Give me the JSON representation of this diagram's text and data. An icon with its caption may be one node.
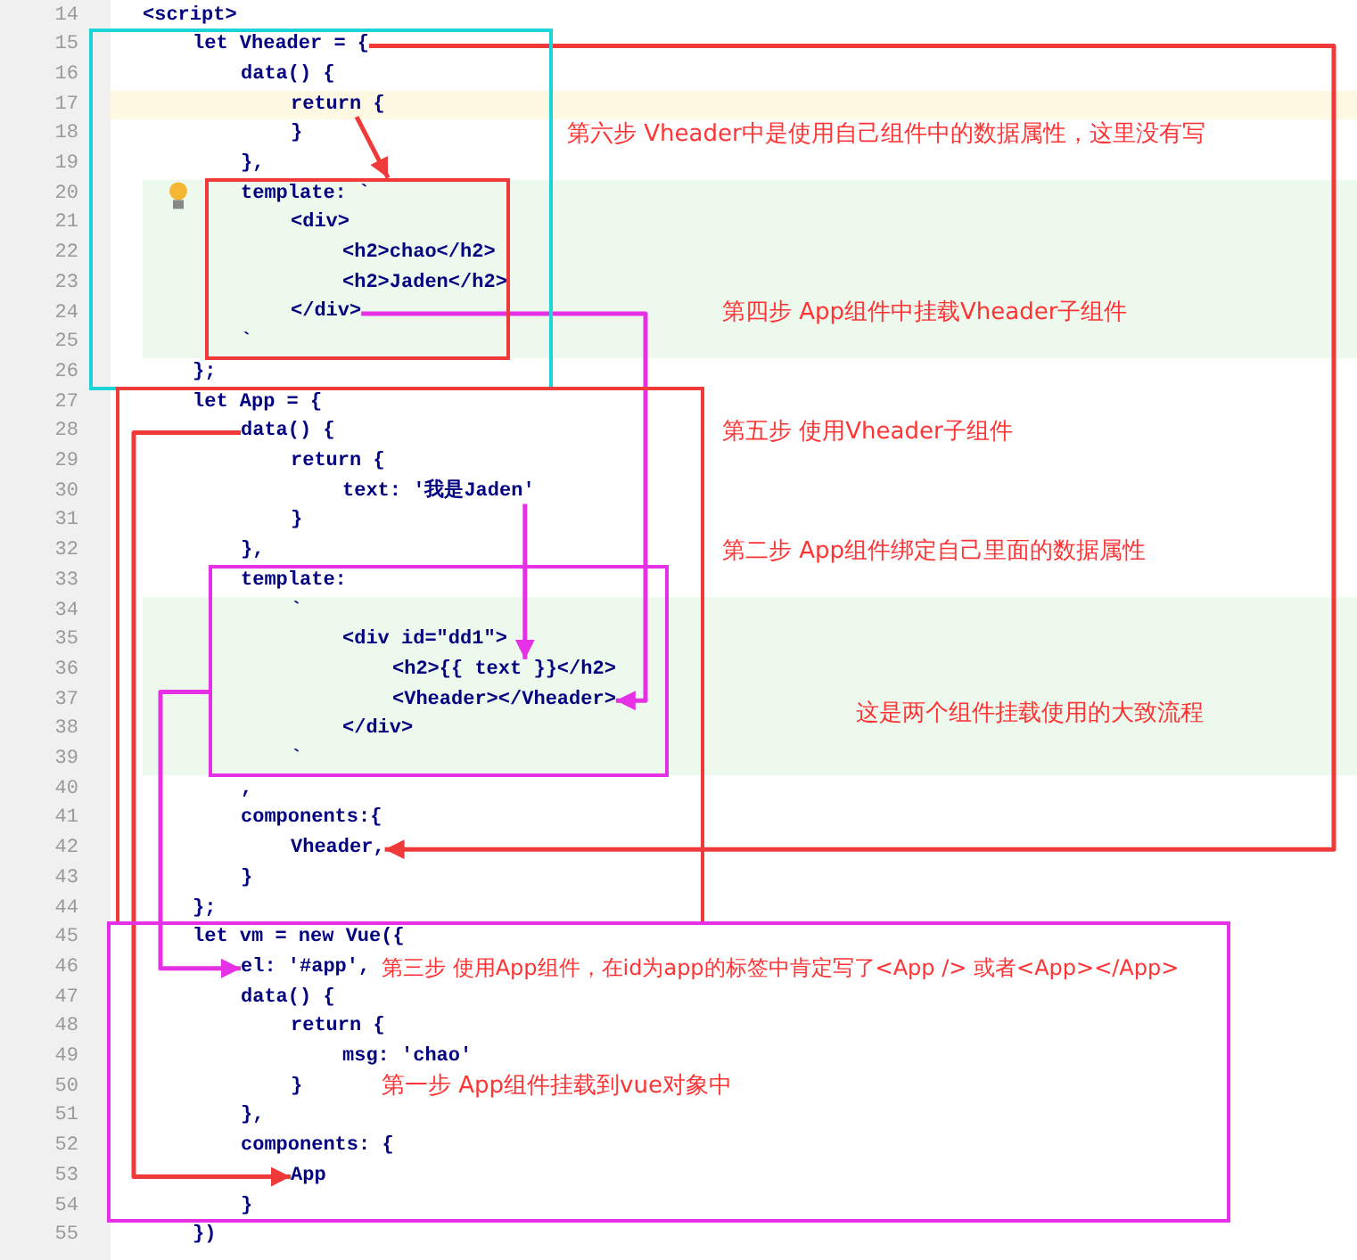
{
  "diagram": {
    "nodes": [
      {
        "text": [],
        "shape": "box"
      },
      {
        "text": [
          "let Vheader = {"
        ],
        "in": 0
      },
      {
        "text": [
          "return {"
        ],
        "in": 0
      },
      {
        "text": [],
        "shape": "box",
        "in": 0
      },
      {
        "text": [
          "</div>"
        ],
        "in": 3
      },
      {
        "text": [],
        "shape": "box"
      },
      {
        "text": [
          "data() {"
        ],
        "in": 5
      },
      {
        "text": [
          "text: '我是Jaden'"
        ],
        "in": 5
      },
      {
        "text": [],
        "shape": "box",
        "in": 5
      },
      {
        "text": [
          "<h2>{{ text }}</h2>"
        ],
        "in": 8
      },
      {
        "text": [
          "<Vheader></Vheader>"
        ],
        "in": 8
      },
      {
        "text": [
          "Vheader,"
        ],
        "in": 5
      },
      {
        "text": [],
        "shape": "box"
      },
      {
        "text": [
          "el: '#app',"
        ],
        "in": 12
      },
      {
        "text": [
          "App"
        ],
        "in": 12
      }
    ],
    "edges": [
      {
        "from": 6,
        "to": 14,
        "arrow": "to",
        "color": "#f03a3a"
      },
      {
        "from": 7,
        "to": 9,
        "arrow": "to",
        "color": "#e530e5"
      },
      {
        "from": 8,
        "to": 13,
        "arrow": "to",
        "color": "#e530e5"
      },
      {
        "from": 1,
        "to": 11,
        "arrow": "to",
        "color": "#f03a3a"
      },
      {
        "from": 4,
        "to": 10,
        "arrow": "to",
        "color": "#e530e5"
      },
      {
        "from": 2,
        "to": 3,
        "arrow": "to",
        "color": "#f03a3a"
      }
    ],
    "labels": [
      "14",
      "<script>",
      "15",
      "16",
      "data() {",
      "17",
      "18",
      "}",
      "第六步 Vheader中是使用自己组件中的数据属性，这里没有写",
      "19",
      "},",
      "20",
      "template: `",
      "21",
      "<div>",
      "22",
      "<h2>chao</h2>",
      "23",
      "<h2>Jaden</h2>",
      "24",
      "第四步 App组件中挂载Vheader子组件",
      "25",
      "`",
      "26",
      "};",
      "27",
      "let App = {",
      "第五步 使用Vheader子组件",
      "28",
      "29",
      "return {",
      "30",
      "31",
      "}",
      "32",
      "},",
      "第二步 App组件绑定自己里面的数据属性",
      "33",
      "template:",
      "34",
      "`",
      "35",
      "<div id=\"dd1\">",
      "36",
      "37",
      "这是两个组件挂载使用的大致流程",
      "38",
      "</div>",
      "39",
      "`",
      "40",
      ",",
      "41",
      "components:{",
      "42",
      "43",
      "}",
      "44",
      "};",
      "45",
      "let vm = new Vue({",
      "46",
      "第三步 使用App组件，在id为app的标签中肯定写了<App /> 或者<App></App>",
      "47",
      "data() {",
      "48",
      "return {",
      "49",
      "msg: 'chao'",
      "50",
      "}",
      "第一步 App组件挂载到vue对象中",
      "51",
      "},",
      "52",
      "components: {",
      "53",
      "54",
      "}",
      "55",
      "})"
    ]
  }
}
